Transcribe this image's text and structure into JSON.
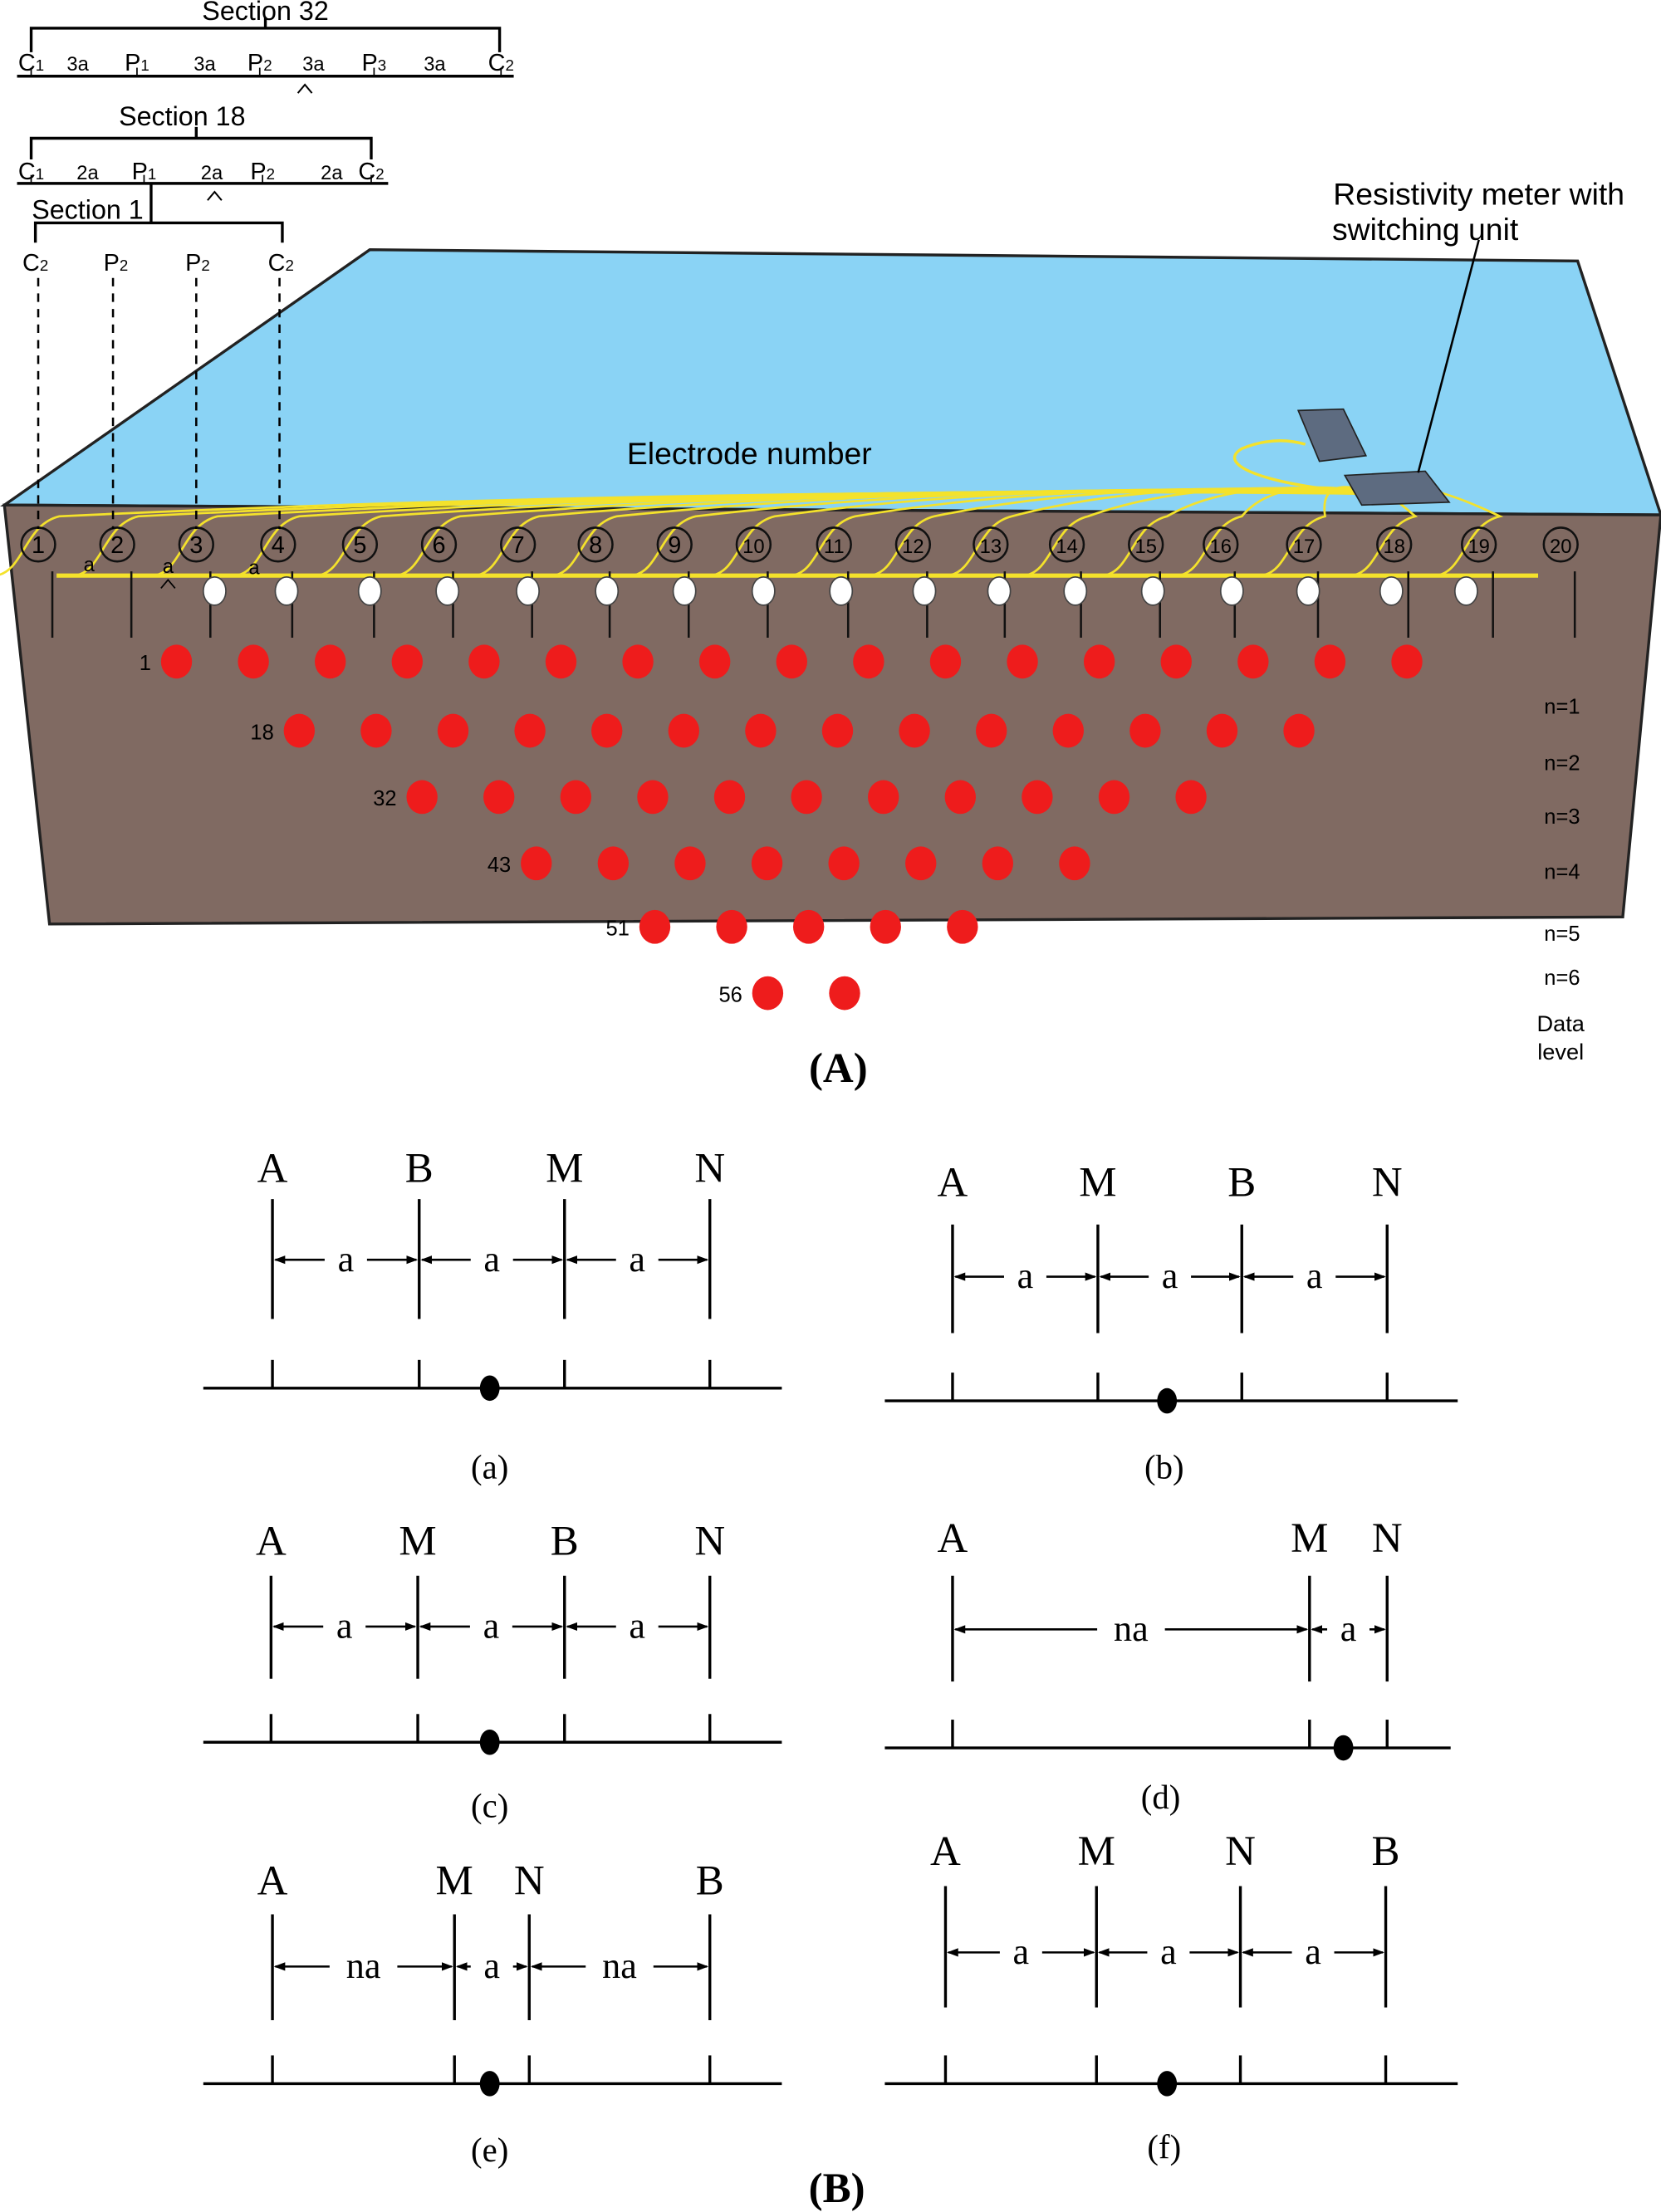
{
  "sections": [
    {
      "title": "Section 32",
      "labels": [
        "C1",
        "3a",
        "P1",
        "3a",
        "P2",
        "3a",
        "P3",
        "3a",
        "C2"
      ]
    },
    {
      "title": "Section 18",
      "labels": [
        "C1",
        "2a",
        "P1",
        "2a",
        "P2",
        "2a",
        "C2"
      ]
    },
    {
      "title": "Section 1",
      "labels": [
        "C2",
        "P2",
        "P2",
        "C2"
      ]
    }
  ],
  "spacing_labels": [
    "a",
    "a",
    "a"
  ],
  "electrode_title": "Electrode number",
  "electrodes": [
    "1",
    "2",
    "3",
    "4",
    "5",
    "6",
    "7",
    "8",
    "9",
    "10",
    "11",
    "12",
    "13",
    "14",
    "15",
    "16",
    "17",
    "18",
    "19",
    "20"
  ],
  "meter_label": [
    "Resistivity meter with",
    "switching unit"
  ],
  "data_rows": [
    {
      "label": "1",
      "count": 17
    },
    {
      "label": "18",
      "count": 14
    },
    {
      "label": "32",
      "count": 11
    },
    {
      "label": "43",
      "count": 8
    },
    {
      "label": "51",
      "count": 5
    },
    {
      "label": "56",
      "count": 2
    }
  ],
  "levels": [
    "n=1",
    "n=2",
    "n=3",
    "n=4",
    "n=5",
    "n=6"
  ],
  "data_level_label": [
    "Data",
    "level"
  ],
  "part_a_label": "(A)",
  "part_b_label": "(B)",
  "colors": {
    "surface": "#8ad3f5",
    "soil": "#806a62",
    "wire": "#f4e22b",
    "datum": "#ee1c1c",
    "meter": "#5d6b80"
  },
  "arrays": [
    {
      "caption": "(a)",
      "electrodes": [
        "A",
        "B",
        "M",
        "N"
      ],
      "spacings": [
        "a",
        "a",
        "a"
      ]
    },
    {
      "caption": "(b)",
      "electrodes": [
        "A",
        "M",
        "B",
        "N"
      ],
      "spacings": [
        "a",
        "a",
        "a"
      ]
    },
    {
      "caption": "(c)",
      "electrodes": [
        "A",
        "M",
        "B",
        "N"
      ],
      "spacings": [
        "a",
        "a",
        "a"
      ]
    },
    {
      "caption": "(d)",
      "electrodes": [
        "A",
        "M",
        "N"
      ],
      "spacings": [
        "na",
        "a"
      ]
    },
    {
      "caption": "(e)",
      "electrodes": [
        "A",
        "M",
        "N",
        "B"
      ],
      "spacings": [
        "na",
        "a",
        "na"
      ]
    },
    {
      "caption": "(f)",
      "electrodes": [
        "A",
        "M",
        "N",
        "B"
      ],
      "spacings": [
        "a",
        "a",
        "a"
      ]
    }
  ]
}
